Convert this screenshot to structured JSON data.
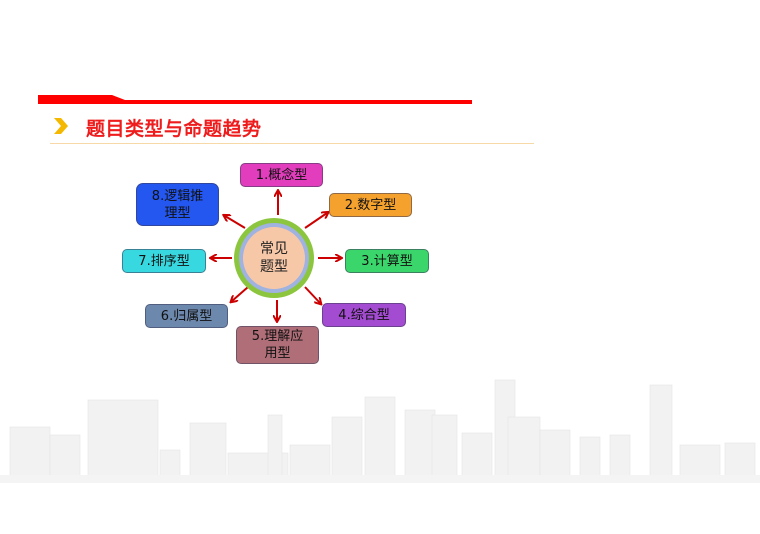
{
  "header": {
    "title": "题目类型与命题趋势",
    "accent_color": "#ff0000",
    "chevron_color": "#f5b800"
  },
  "diagram": {
    "center_label_line1": "常见",
    "center_label_line2": "题型",
    "nodes": [
      {
        "label": "1.概念型",
        "color": "#e23dbd"
      },
      {
        "label": "2.数字型",
        "color": "#f5a12d"
      },
      {
        "label": "3.计算型",
        "color": "#3ad66b"
      },
      {
        "label": "4.综合型",
        "color": "#a34bd1"
      },
      {
        "label_line1": "5.理解应",
        "label_line2": "用型",
        "color": "#b06f78"
      },
      {
        "label": "6.归属型",
        "color": "#6d88ad"
      },
      {
        "label": "7.排序型",
        "color": "#37d8e0"
      },
      {
        "label_line1": "8.逻辑推",
        "label_line2": "理型",
        "color": "#2456f0"
      }
    ],
    "arrow_color": "#cc0000"
  }
}
